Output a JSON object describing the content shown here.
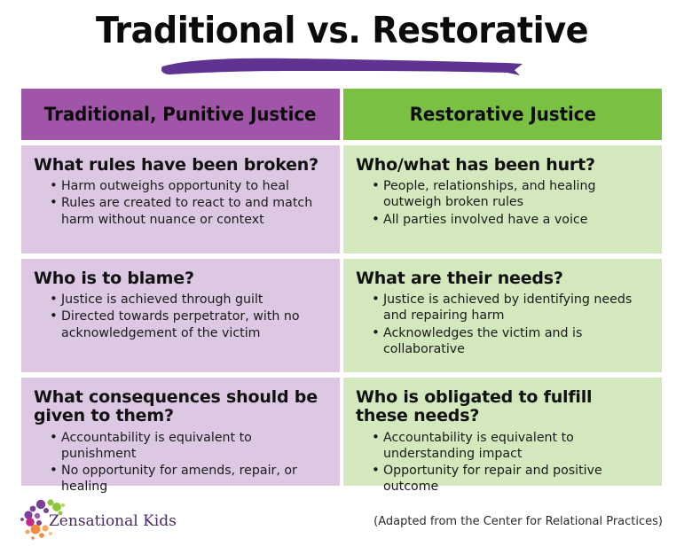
{
  "page": {
    "title": "Traditional vs. Restorative",
    "accent_purple_dark": "#5E3392",
    "accent_purple_header": "#A055A8",
    "accent_green_header": "#7AC043",
    "cell_purple": "#DCC8E3",
    "cell_green": "#D3E8BC"
  },
  "table": {
    "headers": [
      {
        "label": "Traditional, Punitive Justice",
        "color": "#A055A8"
      },
      {
        "label": "Restorative Justice",
        "color": "#7AC043"
      }
    ],
    "rows": [
      {
        "left": {
          "title": "What rules have been broken?",
          "bullets": [
            "Harm outweighs opportunity to heal",
            "Rules are created to react to and match harm without nuance or context"
          ]
        },
        "right": {
          "title": "Who/what has been hurt?",
          "bullets": [
            "People, relationships, and healing outweigh broken rules",
            "All parties involved have a voice"
          ]
        }
      },
      {
        "left": {
          "title": "Who is to blame?",
          "bullets": [
            "Justice is achieved through guilt",
            "Directed towards perpetrator, with no acknowledgement of the victim"
          ]
        },
        "right": {
          "title": "What are their needs?",
          "bullets": [
            "Justice is achieved by identifying needs and repairing harm",
            "Acknowledges the victim and is collaborative"
          ]
        }
      },
      {
        "left": {
          "title": "What consequences should be given to them?",
          "bullets": [
            "Accountability is equivalent to punishment",
            "No opportunity for amends, repair, or healing"
          ]
        },
        "right": {
          "title": "Who is obligated to fulfill these needs?",
          "bullets": [
            "Accountability is equivalent to understanding impact",
            "Opportunity for repair and positive outcome"
          ]
        }
      }
    ]
  },
  "footer": {
    "logo_text": "Zensational Kids",
    "attribution": "(Adapted from the Center for Relational Practices)"
  }
}
